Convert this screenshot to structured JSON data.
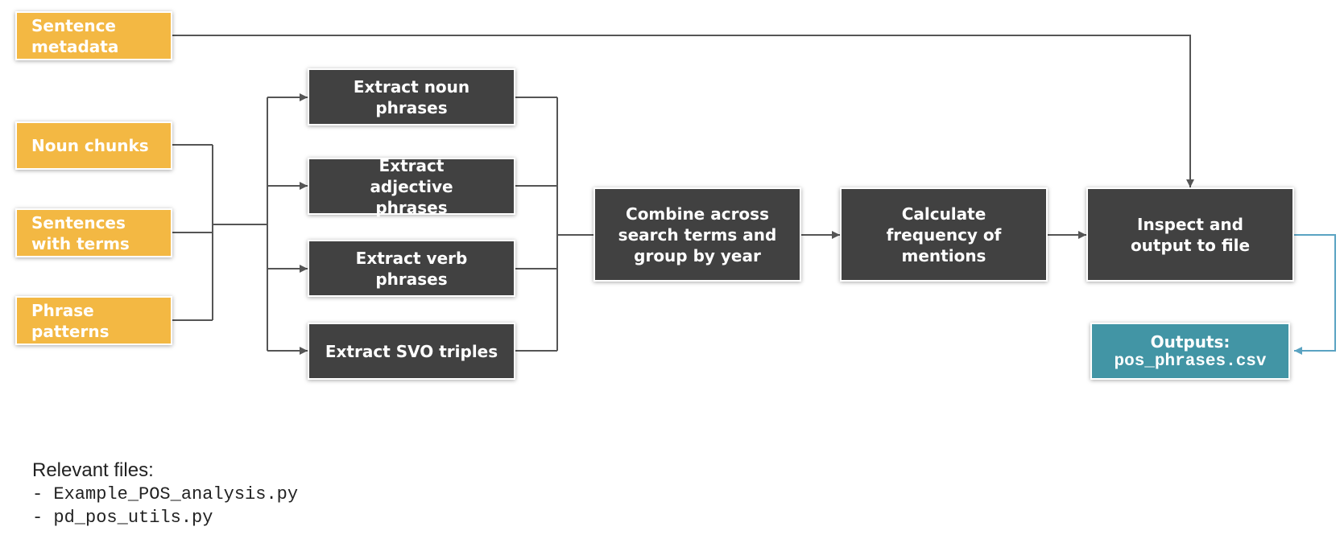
{
  "inputs": {
    "sentence_metadata": "Sentence metadata",
    "noun_chunks": "Noun chunks",
    "sentences_with_terms": "Sentences with terms",
    "phrase_patterns": "Phrase patterns"
  },
  "extractors": {
    "noun_phrases": "Extract noun phrases",
    "adjective_phrases": "Extract adjective phrases",
    "verb_phrases": "Extract verb phrases",
    "svo_triples": "Extract SVO triples"
  },
  "steps": {
    "combine": "Combine across search terms and group by year",
    "frequency": "Calculate frequency of mentions",
    "inspect": "Inspect and output to file"
  },
  "output": {
    "label": "Outputs:",
    "file": "pos_phrases.csv"
  },
  "relevant_files": {
    "title": "Relevant files:",
    "items": [
      "- Example_POS_analysis.py",
      "- pd_pos_utils.py"
    ]
  },
  "colors": {
    "input": "#f3b843",
    "process": "#414141",
    "output": "#4295a5",
    "connector": "#555555",
    "output_connector": "#5aa3c2"
  }
}
